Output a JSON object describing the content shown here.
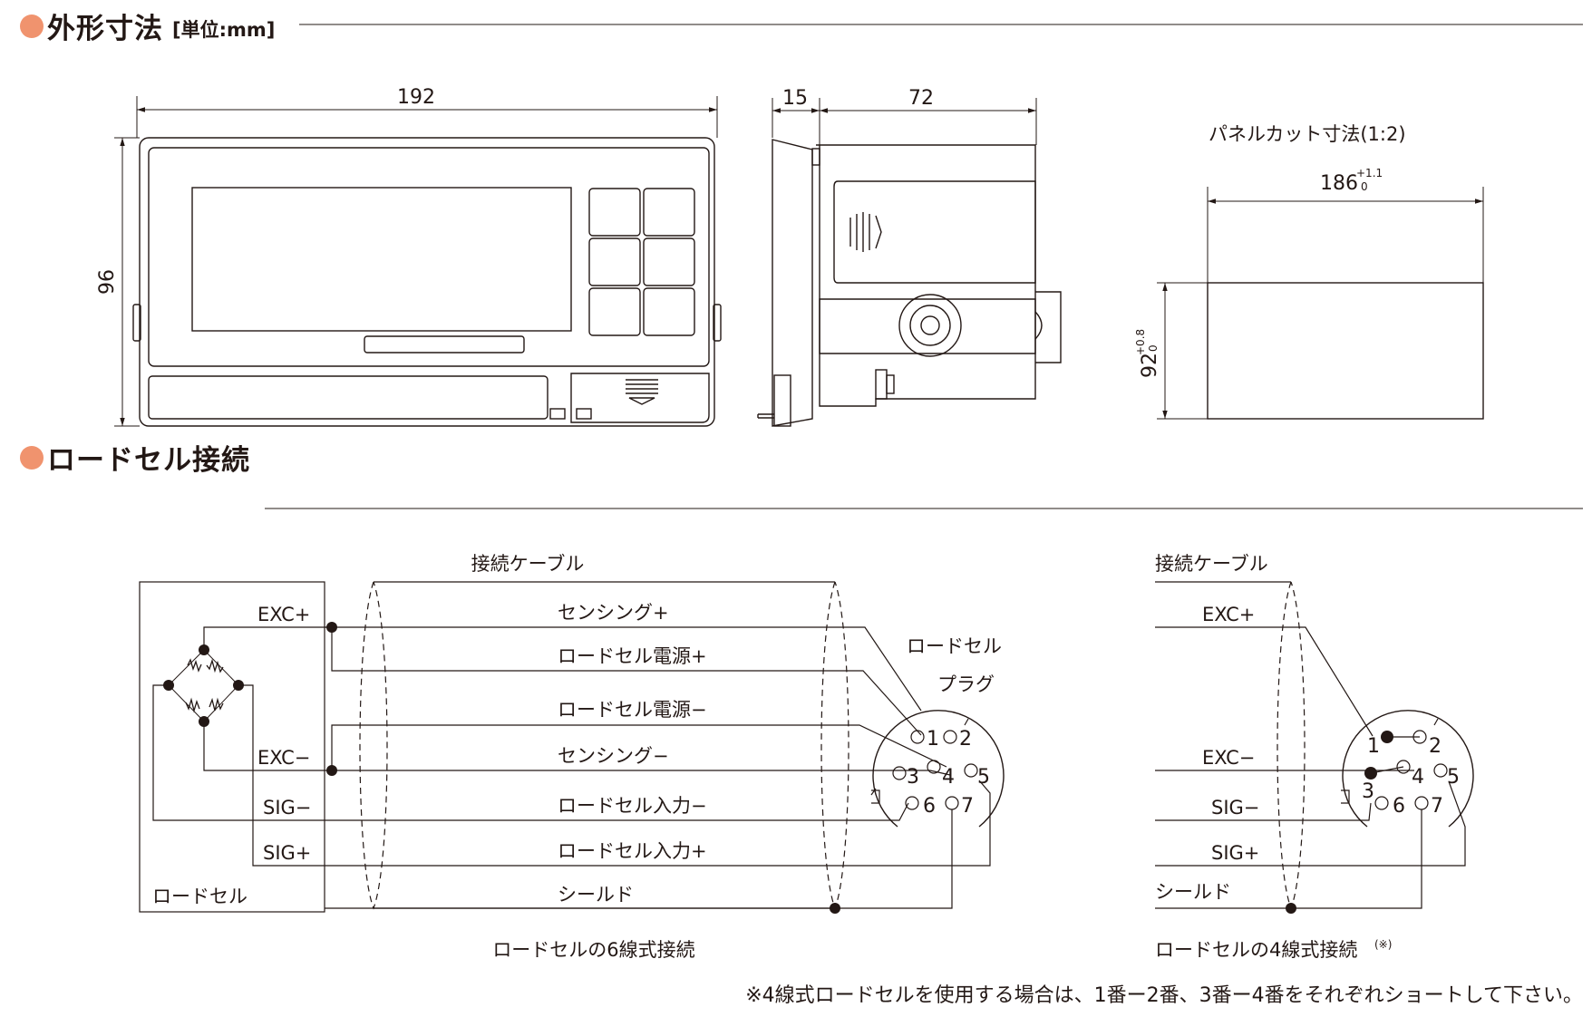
{
  "sections": {
    "dimensions": {
      "title": "外形寸法",
      "unit": "[単位:mm]"
    },
    "connection": {
      "title": "ロードセル接続"
    }
  },
  "dimensions": {
    "width": "192",
    "height": "96",
    "depth_front": "15",
    "depth_body": "72",
    "panel_cut": {
      "title": "パネルカット寸法(1:2)",
      "width_value": "186",
      "width_tol_upper": "+1.1",
      "width_tol_lower": "0",
      "height_value": "92",
      "height_tol_upper": "+0.8",
      "height_tol_lower": "0"
    }
  },
  "six_wire": {
    "cable_label": "接続ケーブル",
    "loadcell_box_label": "ロードセル",
    "plug_label_1": "ロードセル",
    "plug_label_2": "プラグ",
    "terminals": [
      "EXC+",
      "EXC−",
      "SIG−",
      "SIG+"
    ],
    "wires": [
      "センシング+",
      "ロードセル電源+",
      "ロードセル電源−",
      "センシング−",
      "ロードセル入力−",
      "ロードセル入力+",
      "シールド"
    ],
    "pins": [
      "1",
      "2",
      "3",
      "4",
      "5",
      "6",
      "7"
    ],
    "caption": "ロードセルの6線式接続"
  },
  "four_wire": {
    "cable_label": "接続ケーブル",
    "terminals": [
      "EXC+",
      "EXC−",
      "SIG−",
      "SIG+",
      "シールド"
    ],
    "pins": [
      "1",
      "2",
      "3",
      "4",
      "5",
      "6",
      "7"
    ],
    "caption": "ロードセルの4線式接続",
    "caption_note": "(※)"
  },
  "footnote": "※4線式ロードセルを使用する場合は、1番ー2番、3番ー4番をそれぞれショートして下さい。",
  "colors": {
    "accent": "#f0936e",
    "line": "#231815"
  }
}
